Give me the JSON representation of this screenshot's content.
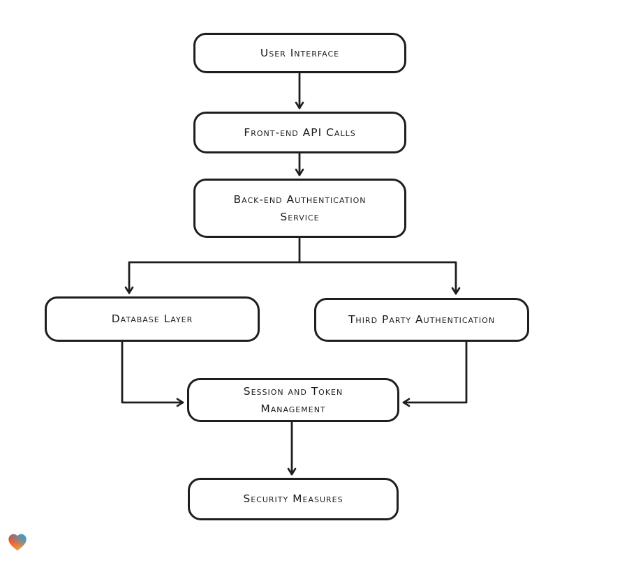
{
  "canvas": {
    "background": "#ffffff",
    "stroke_color": "#1e1e1e",
    "node_fill": "#ffffff",
    "text_color": "#1c1c1c"
  },
  "diagram": {
    "type": "flowchart",
    "nodes": [
      {
        "id": "user-interface",
        "label": "User Interface"
      },
      {
        "id": "front-end-api-calls",
        "label": "Front-end API Calls"
      },
      {
        "id": "back-end-auth-service",
        "label": "Back-end Authentication\nService"
      },
      {
        "id": "database-layer",
        "label": "Database Layer"
      },
      {
        "id": "third-party-auth",
        "label": "Third Party Authentication"
      },
      {
        "id": "session-token-management",
        "label": "Session and Token\nManagement"
      },
      {
        "id": "security-measures",
        "label": "Security Measures"
      }
    ],
    "edges": [
      {
        "from": "user-interface",
        "to": "front-end-api-calls"
      },
      {
        "from": "front-end-api-calls",
        "to": "back-end-auth-service"
      },
      {
        "from": "back-end-auth-service",
        "to": "database-layer"
      },
      {
        "from": "back-end-auth-service",
        "to": "third-party-auth"
      },
      {
        "from": "database-layer",
        "to": "session-token-management"
      },
      {
        "from": "third-party-auth",
        "to": "session-token-management"
      },
      {
        "from": "session-token-management",
        "to": "security-measures"
      }
    ]
  },
  "logo": {
    "name": "lovable-heart-logo",
    "colors": {
      "red": "#e6352c",
      "orange": "#f59a33",
      "blue": "#34a0d4"
    }
  }
}
